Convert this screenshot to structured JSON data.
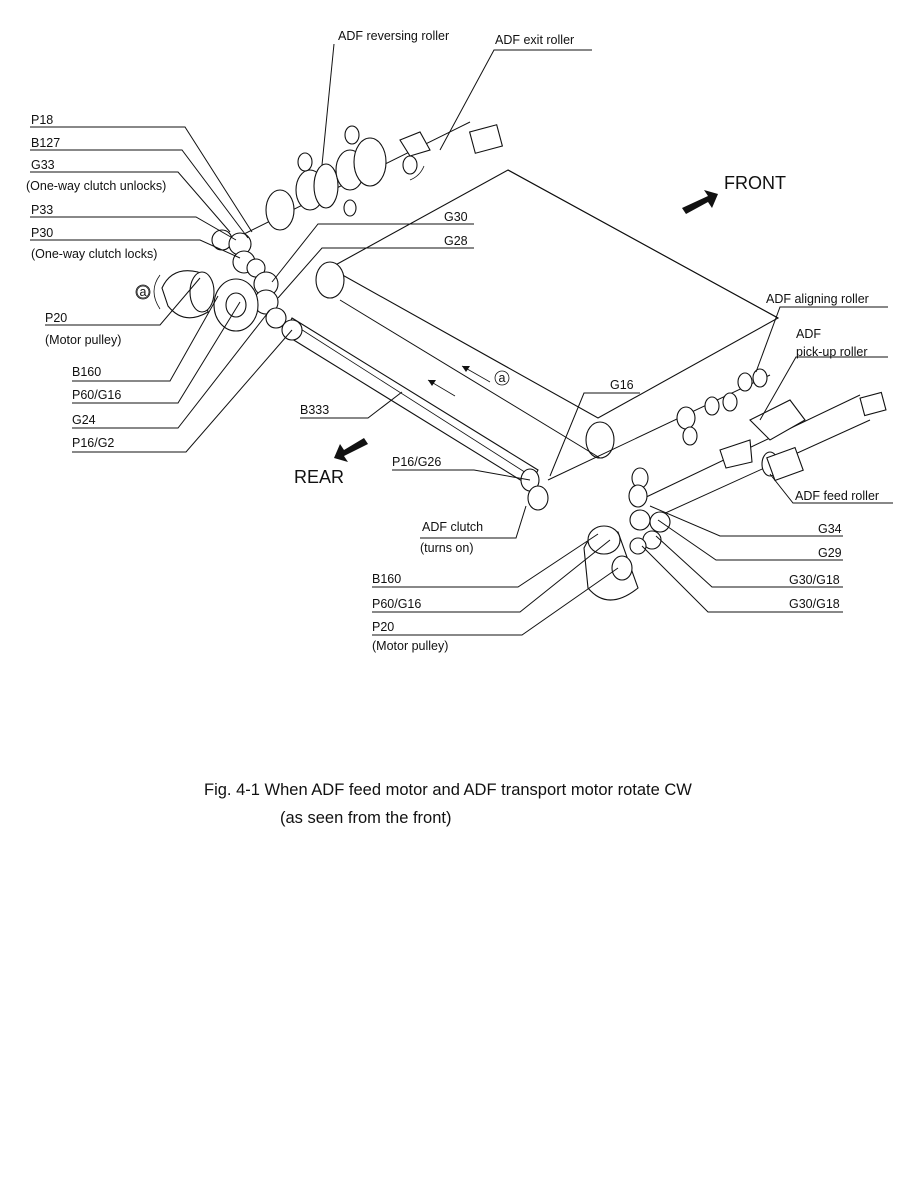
{
  "labels": {
    "adf_reversing_roller": "ADF reversing roller",
    "adf_exit_roller": "ADF exit roller",
    "p18": "P18",
    "b127": "B127",
    "g33": "G33",
    "one_way_unlocks": "(One-way clutch unlocks)",
    "p33": "P33",
    "p30": "P30",
    "one_way_locks": "(One-way clutch locks)",
    "g30_top": "G30",
    "g28": "G28",
    "front": "FRONT",
    "rear": "REAR",
    "marker_a": "a",
    "p20_top": "P20",
    "motor_pulley_top": "(Motor pulley)",
    "b160_top": "B160",
    "p60g16_top": "P60/G16",
    "g24": "G24",
    "p16g2": "P16/G2",
    "b333": "B333",
    "g16": "G16",
    "p16g26": "P16/G26",
    "adf_aligning_roller": "ADF aligning roller",
    "adf": "ADF",
    "pickup_roller": "pick-up roller",
    "adf_feed_roller": "ADF feed roller",
    "g34": "G34",
    "g29": "G29",
    "g30g18_a": "G30/G18",
    "g30g18_b": "G30/G18",
    "adf_clutch": "ADF clutch",
    "turns_on": "(turns on)",
    "b160_bottom": "B160",
    "p60g16_bottom": "P60/G16",
    "p20_bottom": "P20",
    "motor_pulley_bottom": "(Motor pulley)"
  },
  "caption": {
    "line1": "Fig. 4-1  When ADF feed motor and ADF transport motor rotate CW",
    "line2": "(as seen from the front)"
  }
}
